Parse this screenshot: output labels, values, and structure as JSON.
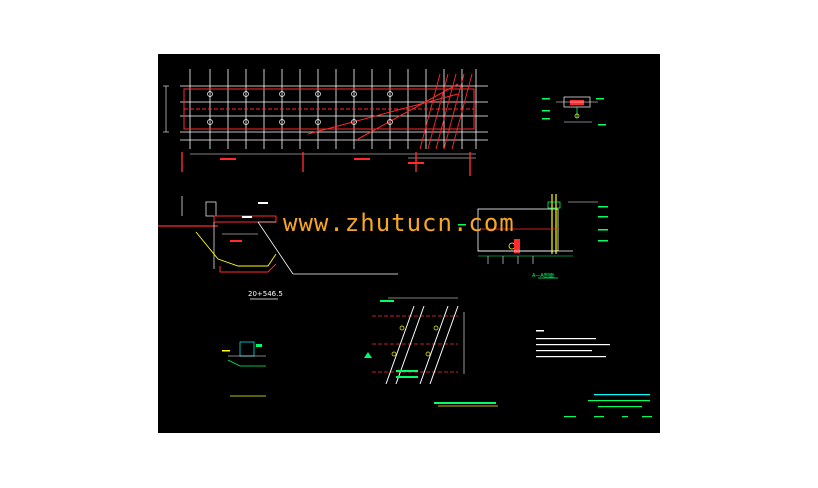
{
  "watermark": "www.zhutucn.com",
  "section_label": "20+546.5",
  "detail_label_a": "A—A剖面",
  "colors": {
    "background": "#000000",
    "plan_lines": "#ffffff",
    "red": "#ff2a2a",
    "green": "#00ff66",
    "yellow": "#ffff00",
    "cyan": "#00ffff",
    "watermark": "#f5a623"
  }
}
